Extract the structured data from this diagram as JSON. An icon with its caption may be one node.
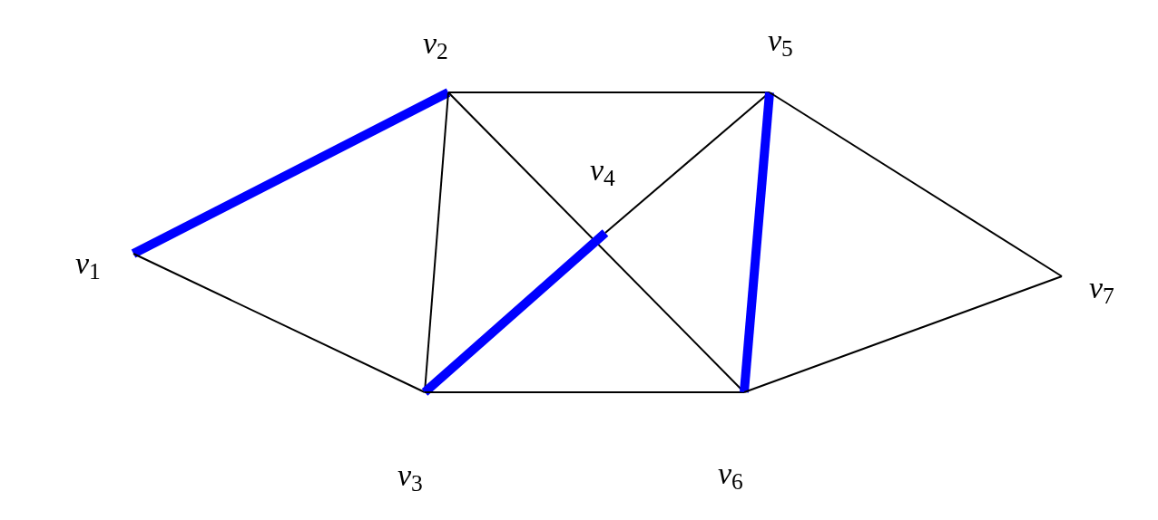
{
  "diagram": {
    "nodes": [
      {
        "text": [
          "*v*$_{1}$"
        ]
      },
      {
        "text": [
          "*v*$_{2}$"
        ]
      },
      {
        "text": [
          "*v*$_{3}$"
        ]
      },
      {
        "text": [
          "*v*$_{4}$"
        ]
      },
      {
        "text": [
          "*v*$_{5}$"
        ]
      },
      {
        "text": [
          "*v*$_{6}$"
        ]
      },
      {
        "text": [
          "*v*$_{7}$"
        ]
      }
    ],
    "edges": [
      {
        "from": 0,
        "to": 1,
        "arrow": "none",
        "style": "thick",
        "color": "#0000ff"
      },
      {
        "from": 0,
        "to": 2,
        "arrow": "none"
      },
      {
        "from": 1,
        "to": 4,
        "arrow": "none"
      },
      {
        "from": 1,
        "to": 2,
        "arrow": "none"
      },
      {
        "from": 1,
        "to": 5,
        "arrow": "none"
      },
      {
        "from": 2,
        "to": 3,
        "arrow": "none",
        "style": "thick",
        "color": "#0000ff"
      },
      {
        "from": 3,
        "to": 4,
        "arrow": "none"
      },
      {
        "from": 2,
        "to": 5,
        "arrow": "none"
      },
      {
        "from": 4,
        "to": 5,
        "arrow": "none",
        "style": "thick",
        "color": "#0000ff"
      },
      {
        "from": 4,
        "to": 6,
        "arrow": "none"
      },
      {
        "from": 5,
        "to": 6,
        "arrow": "none"
      }
    ]
  }
}
